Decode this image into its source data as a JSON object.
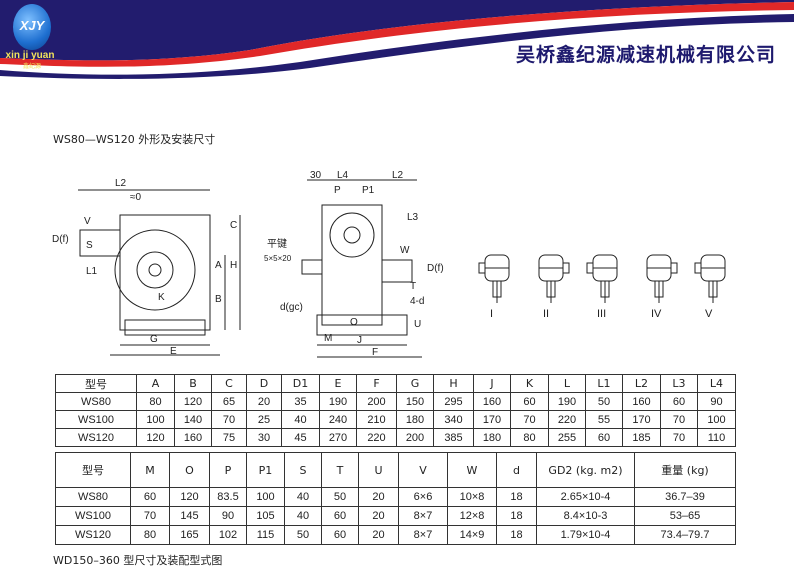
{
  "header": {
    "logo_text": "XJY",
    "logo_en": "xin ji yuan",
    "logo_cn": "鑫纪源",
    "company": "吴桥鑫纪源减速机械有限公司"
  },
  "section1_title": "WS80—WS120 外形及安装尺寸",
  "section2_title": "WD150–360 型尺寸及装配型式图",
  "drawing_labels": {
    "front": [
      "L2",
      "≈0",
      "D(f)",
      "V",
      "S",
      "L1",
      "C",
      "A",
      "H",
      "B",
      "K",
      "G",
      "E"
    ],
    "side": [
      "30",
      "L4",
      "P",
      "P1",
      "L2",
      "L3",
      "W",
      "D(f)",
      "平键",
      "5×5×20",
      "d(gc)",
      "T",
      "4-d",
      "U",
      "O",
      "M",
      "J",
      "F"
    ],
    "assembly": [
      "I",
      "II",
      "III",
      "IV",
      "V"
    ]
  },
  "table1": {
    "headers": [
      "型号",
      "A",
      "B",
      "C",
      "D",
      "D1",
      "E",
      "F",
      "G",
      "H",
      "J",
      "K",
      "L",
      "L1",
      "L2",
      "L3",
      "L4"
    ],
    "rows": [
      [
        "WS80",
        "80",
        "120",
        "65",
        "20",
        "35",
        "190",
        "200",
        "150",
        "295",
        "160",
        "60",
        "190",
        "50",
        "160",
        "60",
        "90"
      ],
      [
        "WS100",
        "100",
        "140",
        "70",
        "25",
        "40",
        "240",
        "210",
        "180",
        "340",
        "170",
        "70",
        "220",
        "55",
        "170",
        "70",
        "100"
      ],
      [
        "WS120",
        "120",
        "160",
        "75",
        "30",
        "45",
        "270",
        "220",
        "200",
        "385",
        "180",
        "80",
        "255",
        "60",
        "185",
        "70",
        "110"
      ]
    ]
  },
  "table2": {
    "headers": [
      "型号",
      "M",
      "O",
      "P",
      "P1",
      "S",
      "T",
      "U",
      "V",
      "W",
      "d",
      "GD2 (kg. m2)",
      "重量 (kg)"
    ],
    "rows": [
      [
        "WS80",
        "60",
        "120",
        "83.5",
        "100",
        "40",
        "50",
        "20",
        "6×6",
        "10×8",
        "18",
        "2.65×10-4",
        "36.7–39"
      ],
      [
        "WS100",
        "70",
        "145",
        "90",
        "105",
        "40",
        "60",
        "20",
        "8×7",
        "12×8",
        "18",
        "8.4×10-3",
        "53–65"
      ],
      [
        "WS120",
        "80",
        "165",
        "102",
        "115",
        "50",
        "60",
        "20",
        "8×7",
        "14×9",
        "18",
        "1.79×10-4",
        "73.4–79.7"
      ]
    ]
  }
}
